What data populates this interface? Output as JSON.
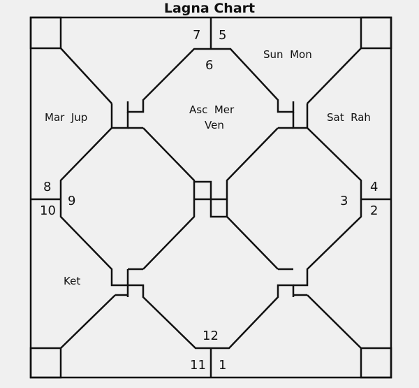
{
  "title": "Lagna Chart",
  "colors": {
    "line": "#111111",
    "background": "#f0f0f0",
    "text": "#111111"
  },
  "house_numbers": {
    "top_left": "7",
    "top_right": "5",
    "top_center": "6",
    "left_upper": "8",
    "left_lower": "10",
    "left_center": "9",
    "right_upper": "4",
    "right_lower": "2",
    "right_center": "3",
    "bottom_center": "12",
    "bottom_left": "11",
    "bottom_right": "1"
  },
  "planets": {
    "top_right_house": "Sun  Mon",
    "upper_left_house": "Mar  Jup",
    "upper_right_house": "Sat  Rah",
    "center_house_line1": "Asc  Mer",
    "center_house_line2": "Ven",
    "lower_left_house": "Ket"
  }
}
